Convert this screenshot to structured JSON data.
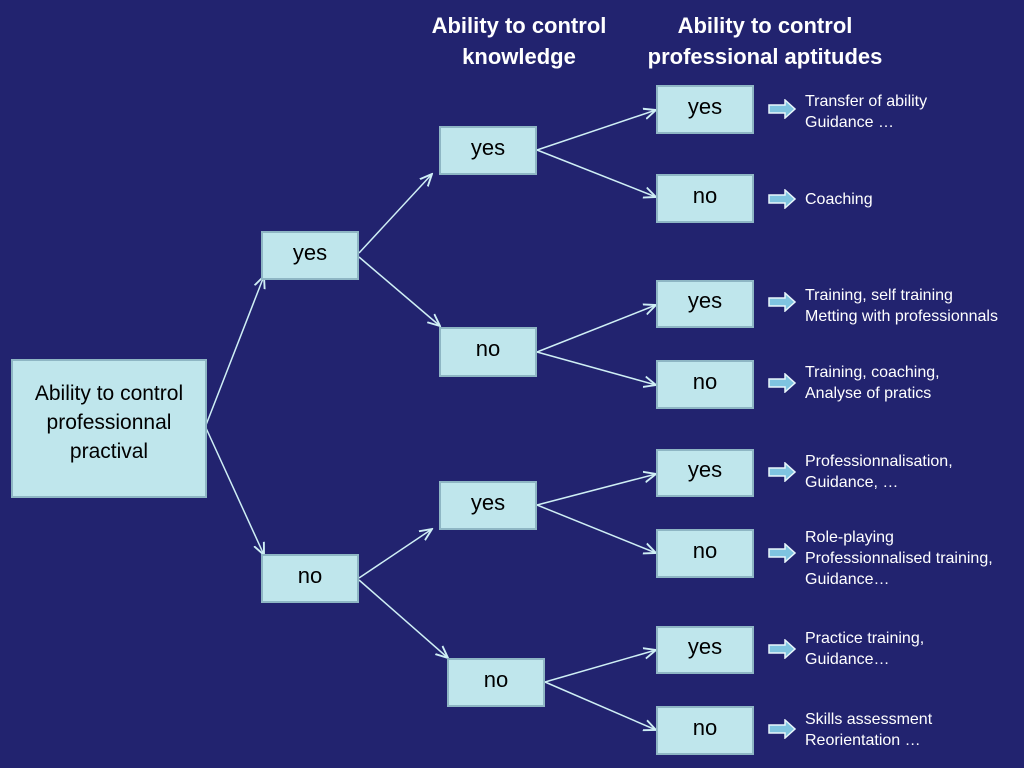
{
  "headers": {
    "knowledge": "Ability to control\nknowledge",
    "aptitudes": "Ability to control\nprofessional aptitudes"
  },
  "root": "Ability to control professionnal practival",
  "level1": {
    "top": "yes",
    "bottom": "no"
  },
  "level2": {
    "top_yes": "yes",
    "top_no": "no",
    "bottom_yes": "yes",
    "bottom_no": "no"
  },
  "level3": [
    "yes",
    "no",
    "yes",
    "no",
    "yes",
    "no",
    "yes",
    "no"
  ],
  "outcomes": [
    "Transfer of ability\nGuidance …",
    "Coaching",
    "Training, self training\nMetting with professionnals",
    "Training, coaching,\nAnalyse of pratics",
    "Professionnalisation,\nGuidance, …",
    "Role-playing\nProfessionnalised training,\nGuidance…",
    "Practice training,\nGuidance…",
    "Skills assessment\nReorientation …"
  ],
  "colors": {
    "background": "#22236f",
    "box_fill": "#bfe6ec",
    "box_border": "#8eb6c4",
    "connector": "#cfeff5",
    "text_light": "#ffffff"
  },
  "icons": {
    "outcome_marker": "right-arrow-icon"
  }
}
